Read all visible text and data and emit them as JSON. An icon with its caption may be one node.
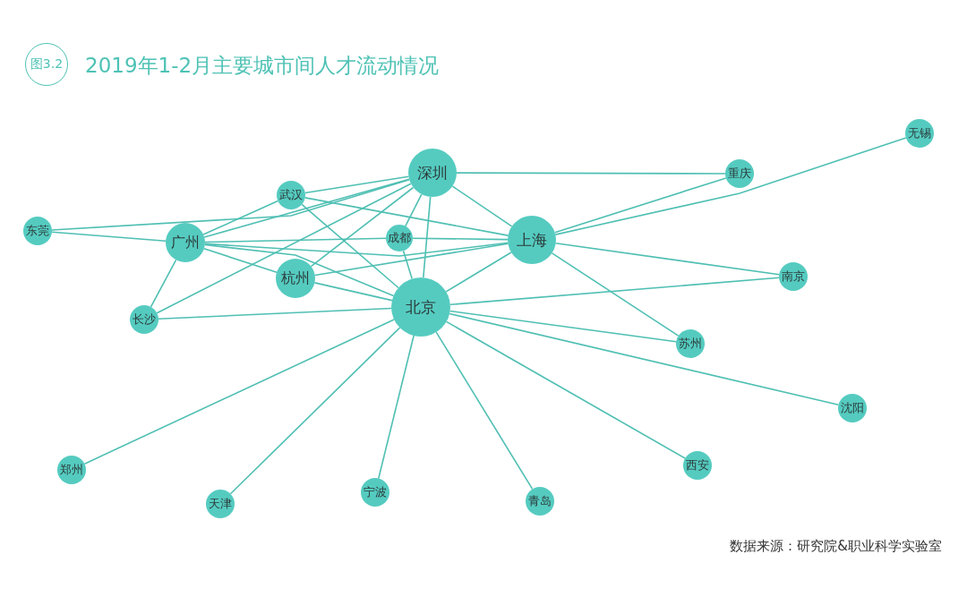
{
  "diagram": {
    "title": "2019年1-2月主要城市间人才流动情况",
    "nodes": [
      {
        "text": [
          "图3.2"
        ]
      },
      {
        "text": [
          "深圳"
        ]
      },
      {
        "text": [
          "武汉"
        ]
      },
      {
        "text": [
          "东莞"
        ]
      },
      {
        "text": [
          "广州"
        ]
      },
      {
        "text": [
          "成都"
        ]
      },
      {
        "text": [
          "上海"
        ]
      },
      {
        "text": [
          "杭州"
        ]
      },
      {
        "text": [
          "北京"
        ]
      },
      {
        "text": [
          "长沙"
        ]
      },
      {
        "text": [
          "重庆"
        ]
      },
      {
        "text": [
          "无锡"
        ]
      },
      {
        "text": [
          "南京"
        ]
      },
      {
        "text": [
          "苏州"
        ]
      },
      {
        "text": [
          "沈阳"
        ]
      },
      {
        "text": [
          "郑州"
        ]
      },
      {
        "text": [
          "天津"
        ]
      },
      {
        "text": [
          "宁波"
        ]
      },
      {
        "text": [
          "青岛"
        ]
      },
      {
        "text": [
          "西安"
        ]
      }
    ],
    "edges": [
      {
        "from": 3,
        "to": 1,
        "arrow": "none"
      },
      {
        "from": 3,
        "to": 4,
        "arrow": "none"
      },
      {
        "from": 2,
        "to": 1,
        "arrow": "none"
      },
      {
        "from": 2,
        "to": 4,
        "arrow": "none"
      },
      {
        "from": 2,
        "to": 6,
        "arrow": "none"
      },
      {
        "from": 2,
        "to": 8,
        "arrow": "none"
      },
      {
        "from": 4,
        "to": 1,
        "arrow": "none"
      },
      {
        "from": 4,
        "to": 5,
        "arrow": "none"
      },
      {
        "from": 4,
        "to": 6,
        "arrow": "none"
      },
      {
        "from": 4,
        "to": 7,
        "arrow": "none"
      },
      {
        "from": 4,
        "to": 8,
        "arrow": "none"
      },
      {
        "from": 4,
        "to": 9,
        "arrow": "none"
      },
      {
        "from": 9,
        "to": 1,
        "arrow": "none"
      },
      {
        "from": 9,
        "to": 8,
        "arrow": "none"
      },
      {
        "from": 7,
        "to": 1,
        "arrow": "none"
      },
      {
        "from": 7,
        "to": 6,
        "arrow": "none"
      },
      {
        "from": 7,
        "to": 8,
        "arrow": "none"
      },
      {
        "from": 5,
        "to": 1,
        "arrow": "none"
      },
      {
        "from": 5,
        "to": 8,
        "arrow": "none"
      },
      {
        "from": 5,
        "to": 6,
        "arrow": "none"
      },
      {
        "from": 1,
        "to": 8,
        "arrow": "none"
      },
      {
        "from": 1,
        "to": 6,
        "arrow": "none"
      },
      {
        "from": 1,
        "to": 10,
        "arrow": "none"
      },
      {
        "from": 6,
        "to": 8,
        "arrow": "none"
      },
      {
        "from": 6,
        "to": 10,
        "arrow": "none"
      },
      {
        "from": 6,
        "to": 11,
        "arrow": "none"
      },
      {
        "from": 6,
        "to": 12,
        "arrow": "none"
      },
      {
        "from": 6,
        "to": 13,
        "arrow": "none"
      },
      {
        "from": 8,
        "to": 12,
        "arrow": "none"
      },
      {
        "from": 8,
        "to": 13,
        "arrow": "none"
      },
      {
        "from": 8,
        "to": 14,
        "arrow": "none"
      },
      {
        "from": 8,
        "to": 15,
        "arrow": "none"
      },
      {
        "from": 8,
        "to": 16,
        "arrow": "none"
      },
      {
        "from": 8,
        "to": 17,
        "arrow": "none"
      },
      {
        "from": 8,
        "to": 18,
        "arrow": "none"
      },
      {
        "from": 8,
        "to": 19,
        "arrow": "none"
      }
    ],
    "labels": [
      "数据来源：研究院&职业科学实验室"
    ]
  }
}
